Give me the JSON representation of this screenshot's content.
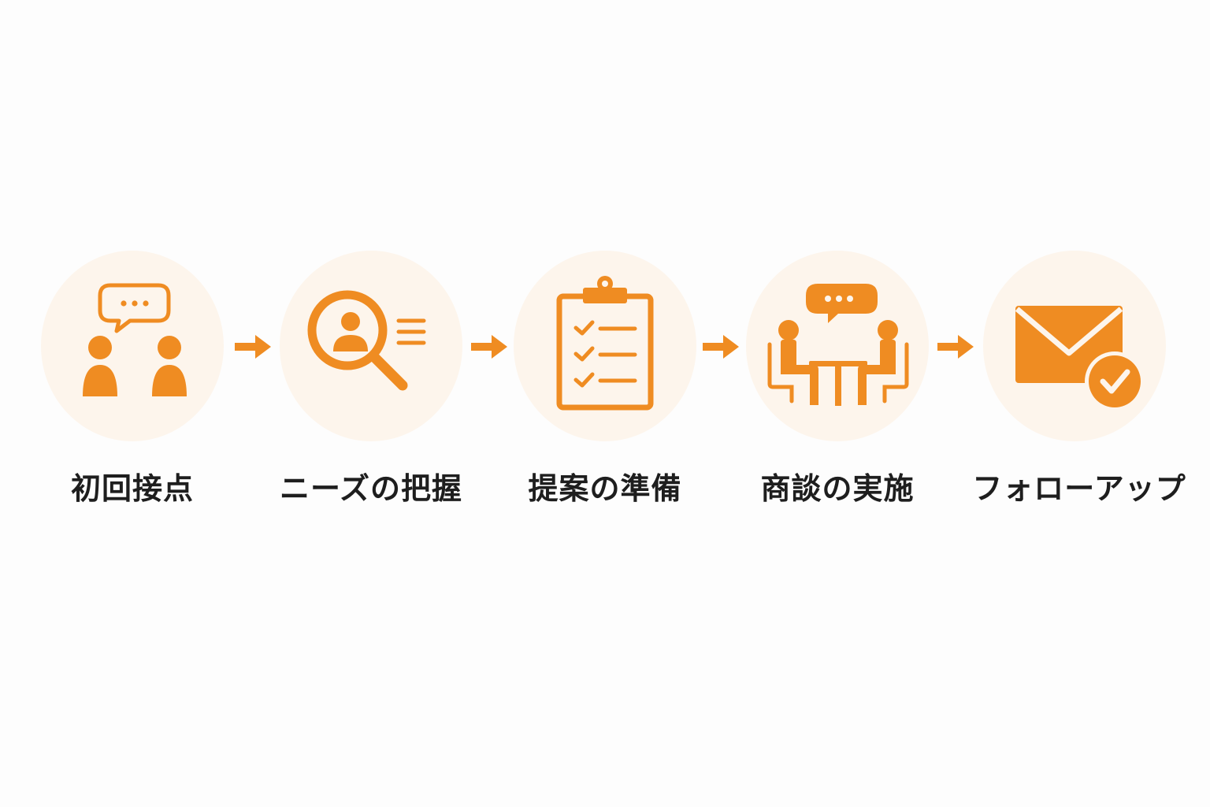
{
  "colors": {
    "accent": "#ef8c22",
    "circle_bg": "#fdf5ec",
    "text": "#1e1e1e",
    "background": "#fdfdfd"
  },
  "steps": [
    {
      "label": "初回接点",
      "icon": "two-people-chat-icon"
    },
    {
      "label": "ニーズの把握",
      "icon": "magnifier-person-icon"
    },
    {
      "label": "提案の準備",
      "icon": "clipboard-checklist-icon"
    },
    {
      "label": "商談の実施",
      "icon": "meeting-table-icon"
    },
    {
      "label": "フォローアップ",
      "icon": "envelope-check-icon"
    }
  ],
  "connector_icon": "arrow-right-icon"
}
